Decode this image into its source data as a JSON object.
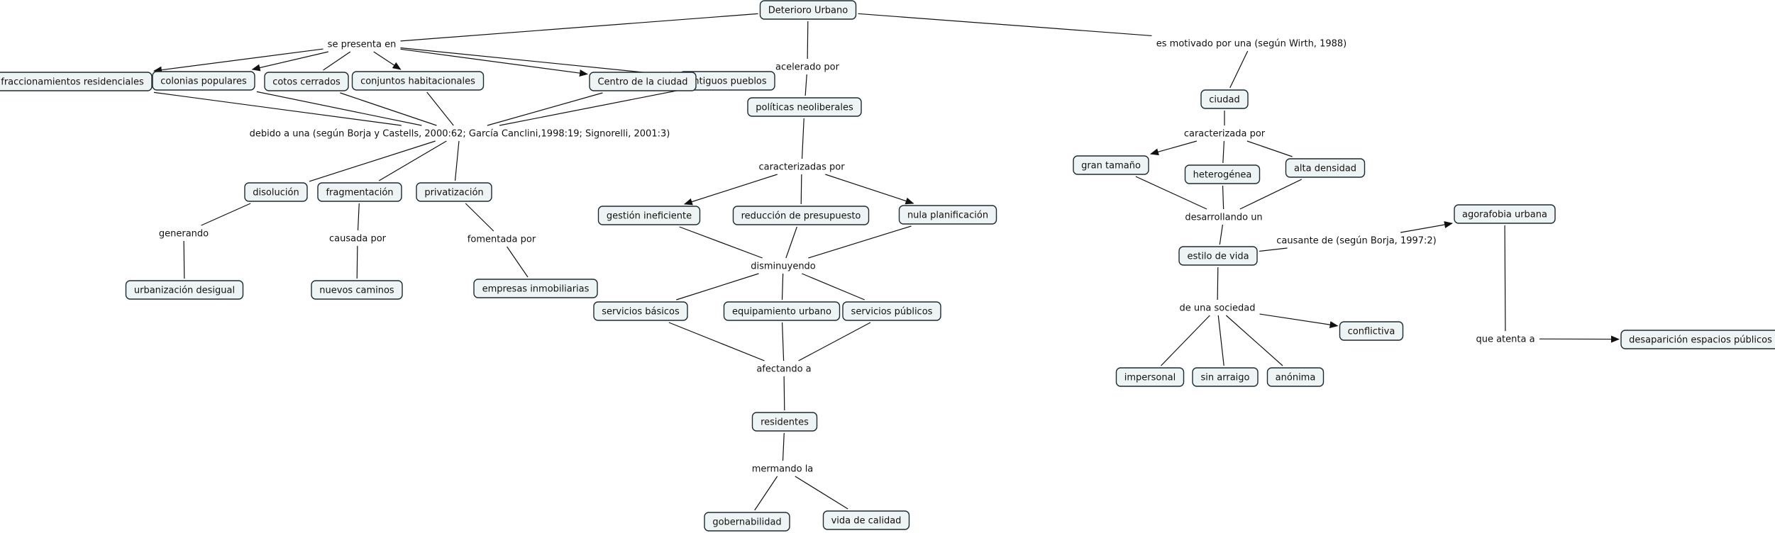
{
  "concepts": [
    {
      "id": "deterioro",
      "text": "Deterioro Urbano"
    },
    {
      "id": "fracc",
      "text": "fraccionamientos residenciales"
    },
    {
      "id": "colonias",
      "text": "colonias populares"
    },
    {
      "id": "cotos",
      "text": "cotos cerrados"
    },
    {
      "id": "conjuntos",
      "text": "conjuntos habitacionales"
    },
    {
      "id": "antiguos",
      "text": "antiguos pueblos"
    },
    {
      "id": "centro",
      "text": "Centro de la ciudad"
    },
    {
      "id": "disolucion",
      "text": "disolución"
    },
    {
      "id": "fragmentacion",
      "text": "fragmentación"
    },
    {
      "id": "privatizacion",
      "text": "privatización"
    },
    {
      "id": "urb_desigual",
      "text": "urbanización desigual"
    },
    {
      "id": "nuevos_caminos",
      "text": "nuevos caminos"
    },
    {
      "id": "empresas",
      "text": "empresas inmobiliarias"
    },
    {
      "id": "politicas",
      "text": "políticas neoliberales"
    },
    {
      "id": "gestion",
      "text": "gestión ineficiente"
    },
    {
      "id": "reduccion",
      "text": "reducción de presupuesto"
    },
    {
      "id": "nula",
      "text": "nula planificación"
    },
    {
      "id": "serv_basicos",
      "text": "servicios básicos"
    },
    {
      "id": "equipamiento",
      "text": "equipamiento urbano"
    },
    {
      "id": "serv_publicos",
      "text": "servicios públicos"
    },
    {
      "id": "residentes",
      "text": "residentes"
    },
    {
      "id": "gobernabilidad",
      "text": "gobernabilidad"
    },
    {
      "id": "vida",
      "text": "vida de calidad"
    },
    {
      "id": "ciudad",
      "text": "ciudad"
    },
    {
      "id": "gran_tamano",
      "text": "gran tamaño"
    },
    {
      "id": "heterogenea",
      "text": "heterogénea"
    },
    {
      "id": "alta_densidad",
      "text": "alta densidad"
    },
    {
      "id": "estilo",
      "text": "estilo de vida"
    },
    {
      "id": "conflictiva",
      "text": "conflictiva"
    },
    {
      "id": "impersonal",
      "text": "impersonal"
    },
    {
      "id": "sin_arraigo",
      "text": "sin arraigo"
    },
    {
      "id": "anonima",
      "text": "anónima"
    },
    {
      "id": "agorafobia",
      "text": "agorafobia urbana"
    },
    {
      "id": "desaparicion",
      "text": "desaparición espacios públicos"
    }
  ],
  "linking_phrases": [
    {
      "id": "l_presenta",
      "text": "se presenta en"
    },
    {
      "id": "l_debido",
      "text": "debido a una (según Borja y Castells, 2000:62; García Canclini,1998:19; Signorelli, 2001:3)"
    },
    {
      "id": "l_generando",
      "text": "generando"
    },
    {
      "id": "l_causada",
      "text": "causada por"
    },
    {
      "id": "l_fomentada",
      "text": "fomentada por"
    },
    {
      "id": "l_acelerado",
      "text": "acelerado por"
    },
    {
      "id": "l_caracterizadas",
      "text": "caracterizadas por"
    },
    {
      "id": "l_disminuyendo",
      "text": "disminuyendo"
    },
    {
      "id": "l_afectando",
      "text": "afectando a"
    },
    {
      "id": "l_mermando",
      "text": "mermando la"
    },
    {
      "id": "l_motivado",
      "text": "es motivado por una (según Wirth, 1988)"
    },
    {
      "id": "l_caracterizada",
      "text": "caracterizada por"
    },
    {
      "id": "l_desarrollando",
      "text": "desarrollando un"
    },
    {
      "id": "l_sociedad",
      "text": "de una sociedad"
    },
    {
      "id": "l_causante",
      "text": "causante de (según Borja, 1997:2)"
    },
    {
      "id": "l_atenta",
      "text": "que atenta a"
    }
  ],
  "connections": [
    {
      "from": "deterioro",
      "to": "l_presenta",
      "arrow": false
    },
    {
      "from": "l_presenta",
      "to": "fracc",
      "arrow": true
    },
    {
      "from": "l_presenta",
      "to": "colonias",
      "arrow": true
    },
    {
      "from": "l_presenta",
      "to": "cotos",
      "arrow": false
    },
    {
      "from": "l_presenta",
      "to": "conjuntos",
      "arrow": true
    },
    {
      "from": "l_presenta",
      "to": "antiguos",
      "arrow": true
    },
    {
      "from": "l_presenta",
      "to": "centro",
      "arrow": true
    },
    {
      "from": "fracc",
      "to": "l_debido",
      "arrow": false
    },
    {
      "from": "colonias",
      "to": "l_debido",
      "arrow": false
    },
    {
      "from": "cotos",
      "to": "l_debido",
      "arrow": false
    },
    {
      "from": "conjuntos",
      "to": "l_debido",
      "arrow": false
    },
    {
      "from": "antiguos",
      "to": "l_debido",
      "arrow": false
    },
    {
      "from": "centro",
      "to": "l_debido",
      "arrow": false
    },
    {
      "from": "l_debido",
      "to": "disolucion",
      "arrow": false
    },
    {
      "from": "l_debido",
      "to": "fragmentacion",
      "arrow": false
    },
    {
      "from": "l_debido",
      "to": "privatizacion",
      "arrow": false
    },
    {
      "from": "disolucion",
      "to": "l_generando",
      "arrow": false
    },
    {
      "from": "l_generando",
      "to": "urb_desigual",
      "arrow": false
    },
    {
      "from": "fragmentacion",
      "to": "l_causada",
      "arrow": false
    },
    {
      "from": "l_causada",
      "to": "nuevos_caminos",
      "arrow": false
    },
    {
      "from": "privatizacion",
      "to": "l_fomentada",
      "arrow": false
    },
    {
      "from": "l_fomentada",
      "to": "empresas",
      "arrow": false
    },
    {
      "from": "deterioro",
      "to": "l_acelerado",
      "arrow": false
    },
    {
      "from": "l_acelerado",
      "to": "politicas",
      "arrow": false
    },
    {
      "from": "politicas",
      "to": "l_caracterizadas",
      "arrow": false
    },
    {
      "from": "l_caracterizadas",
      "to": "gestion",
      "arrow": true
    },
    {
      "from": "l_caracterizadas",
      "to": "reduccion",
      "arrow": false
    },
    {
      "from": "l_caracterizadas",
      "to": "nula",
      "arrow": true
    },
    {
      "from": "gestion",
      "to": "l_disminuyendo",
      "arrow": false
    },
    {
      "from": "reduccion",
      "to": "l_disminuyendo",
      "arrow": false
    },
    {
      "from": "nula",
      "to": "l_disminuyendo",
      "arrow": false
    },
    {
      "from": "l_disminuyendo",
      "to": "serv_basicos",
      "arrow": false
    },
    {
      "from": "l_disminuyendo",
      "to": "equipamiento",
      "arrow": false
    },
    {
      "from": "l_disminuyendo",
      "to": "serv_publicos",
      "arrow": false
    },
    {
      "from": "serv_basicos",
      "to": "l_afectando",
      "arrow": false
    },
    {
      "from": "equipamiento",
      "to": "l_afectando",
      "arrow": false
    },
    {
      "from": "serv_publicos",
      "to": "l_afectando",
      "arrow": false
    },
    {
      "from": "l_afectando",
      "to": "residentes",
      "arrow": false
    },
    {
      "from": "residentes",
      "to": "l_mermando",
      "arrow": false
    },
    {
      "from": "l_mermando",
      "to": "gobernabilidad",
      "arrow": false
    },
    {
      "from": "l_mermando",
      "to": "vida",
      "arrow": false
    },
    {
      "from": "deterioro",
      "to": "l_motivado",
      "arrow": false
    },
    {
      "from": "l_motivado",
      "to": "ciudad",
      "arrow": false
    },
    {
      "from": "ciudad",
      "to": "l_caracterizada",
      "arrow": false
    },
    {
      "from": "l_caracterizada",
      "to": "gran_tamano",
      "arrow": true
    },
    {
      "from": "l_caracterizada",
      "to": "heterogenea",
      "arrow": false
    },
    {
      "from": "l_caracterizada",
      "to": "alta_densidad",
      "arrow": false
    },
    {
      "from": "gran_tamano",
      "to": "l_desarrollando",
      "arrow": false
    },
    {
      "from": "heterogenea",
      "to": "l_desarrollando",
      "arrow": false
    },
    {
      "from": "alta_densidad",
      "to": "l_desarrollando",
      "arrow": false
    },
    {
      "from": "l_desarrollando",
      "to": "estilo",
      "arrow": false
    },
    {
      "from": "estilo",
      "to": "l_sociedad",
      "arrow": false
    },
    {
      "from": "l_sociedad",
      "to": "conflictiva",
      "arrow": true
    },
    {
      "from": "l_sociedad",
      "to": "impersonal",
      "arrow": false
    },
    {
      "from": "l_sociedad",
      "to": "sin_arraigo",
      "arrow": false
    },
    {
      "from": "l_sociedad",
      "to": "anonima",
      "arrow": false
    },
    {
      "from": "estilo",
      "to": "l_causante",
      "arrow": false
    },
    {
      "from": "l_causante",
      "to": "agorafobia",
      "arrow": true
    },
    {
      "from": "agorafobia",
      "to": "l_atenta",
      "arrow": false
    },
    {
      "from": "l_atenta",
      "to": "desaparicion",
      "arrow": true
    }
  ]
}
